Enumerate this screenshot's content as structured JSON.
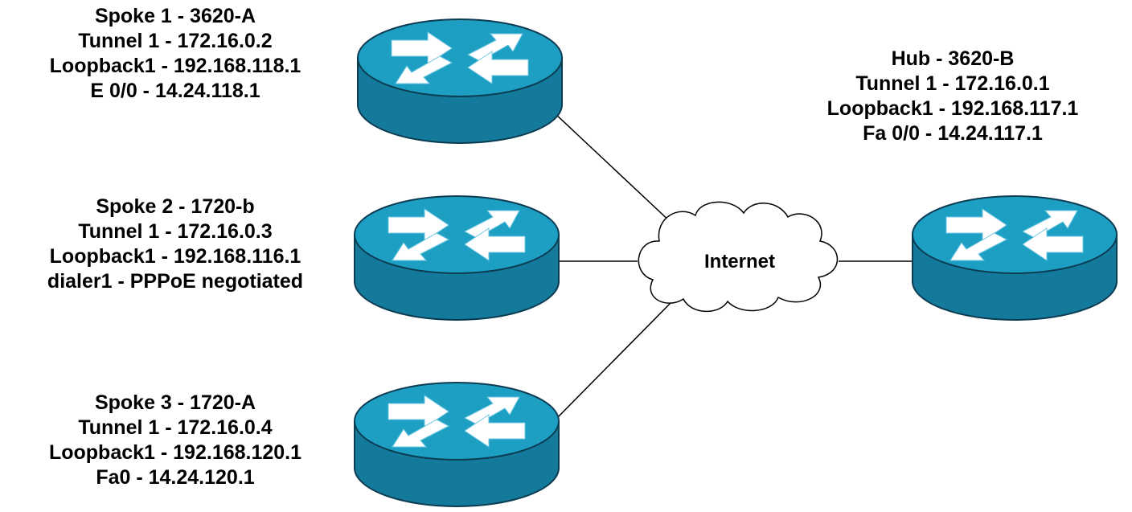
{
  "colors": {
    "router_top": "#1d9fc4",
    "router_side": "#137a9c",
    "router_edge": "#0c3c52",
    "arrow": "#ffffff",
    "link": "#000000",
    "cloud_fill": "#ffffff",
    "cloud_stroke": "#000000"
  },
  "icons": {
    "router": "router-icon",
    "cloud": "cloud-icon"
  },
  "cloud": {
    "label": "Internet"
  },
  "spoke1": {
    "lines": [
      "Spoke 1  -   3620-A",
      "Tunnel 1  -  172.16.0.2",
      "Loopback1  -  192.168.118.1",
      "E 0/0  -  14.24.118.1"
    ]
  },
  "spoke2": {
    "lines": [
      "Spoke 2  -   1720-b",
      "Tunnel 1  -  172.16.0.3",
      "Loopback1  -  192.168.116.1",
      "dialer1  -  PPPoE negotiated"
    ]
  },
  "spoke3": {
    "lines": [
      "Spoke 3  -   1720-A",
      "Tunnel 1  -  172.16.0.4",
      "Loopback1  -  192.168.120.1",
      "Fa0  -  14.24.120.1"
    ]
  },
  "hub": {
    "lines": [
      "Hub  -  3620-B",
      "Tunnel 1  -  172.16.0.1",
      "Loopback1  -  192.168.117.1",
      "Fa 0/0  -  14.24.117.1"
    ]
  }
}
